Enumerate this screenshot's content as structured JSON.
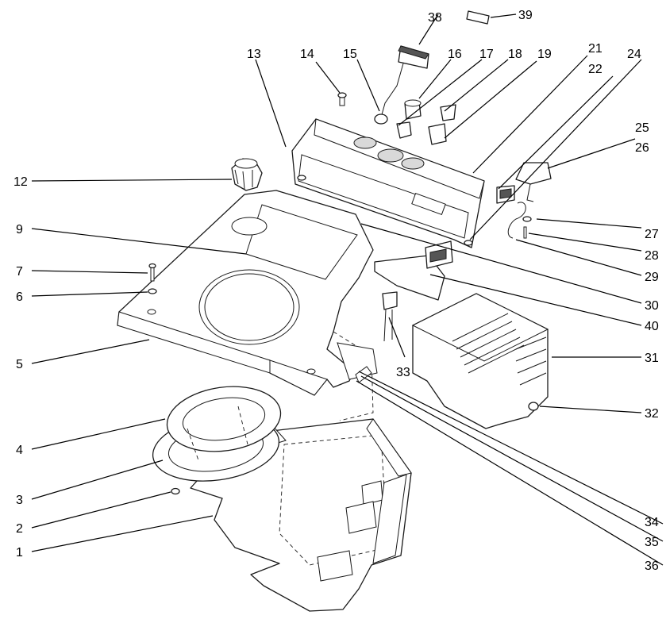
{
  "callouts": [
    {
      "id": "1",
      "text": "1"
    },
    {
      "id": "2",
      "text": "2"
    },
    {
      "id": "3",
      "text": "3"
    },
    {
      "id": "4",
      "text": "4"
    },
    {
      "id": "5",
      "text": "5"
    },
    {
      "id": "6",
      "text": "6"
    },
    {
      "id": "7",
      "text": "7"
    },
    {
      "id": "9",
      "text": "9"
    },
    {
      "id": "12",
      "text": "12"
    },
    {
      "id": "13",
      "text": "13"
    },
    {
      "id": "14",
      "text": "14"
    },
    {
      "id": "15",
      "text": "15"
    },
    {
      "id": "16",
      "text": "16"
    },
    {
      "id": "17",
      "text": "17"
    },
    {
      "id": "18",
      "text": "18"
    },
    {
      "id": "19",
      "text": "19"
    },
    {
      "id": "21",
      "text": "21"
    },
    {
      "id": "22",
      "text": "22"
    },
    {
      "id": "24",
      "text": "24"
    },
    {
      "id": "25",
      "text": "25"
    },
    {
      "id": "26",
      "text": "26"
    },
    {
      "id": "27",
      "text": "27"
    },
    {
      "id": "28",
      "text": "28"
    },
    {
      "id": "29",
      "text": "29"
    },
    {
      "id": "30",
      "text": "30"
    },
    {
      "id": "31",
      "text": "31"
    },
    {
      "id": "32",
      "text": "32"
    },
    {
      "id": "33",
      "text": "33"
    },
    {
      "id": "34",
      "text": "34"
    },
    {
      "id": "35",
      "text": "35"
    },
    {
      "id": "36",
      "text": "36"
    },
    {
      "id": "38",
      "text": "38"
    },
    {
      "id": "39",
      "text": "39"
    },
    {
      "id": "40",
      "text": "40"
    }
  ]
}
